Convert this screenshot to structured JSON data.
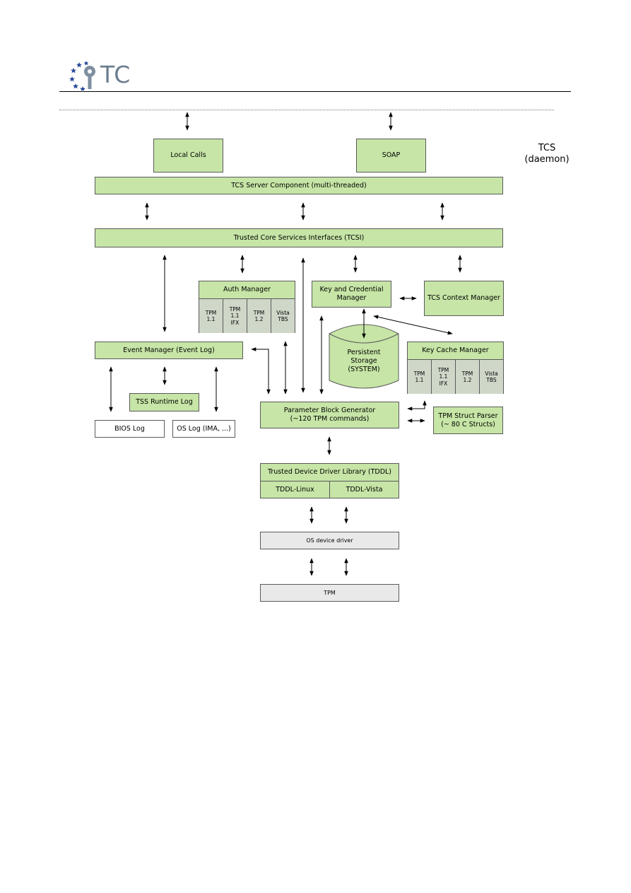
{
  "header": {
    "logo_text": "TC"
  },
  "side_label": {
    "line1": "TCS",
    "line2": "(daemon)"
  },
  "boxes": {
    "local_calls": "Local Calls",
    "soap": "SOAP",
    "server_component": "TCS Server Component (multi-threaded)",
    "tcsi": "Trusted Core Services Interfaces (TCSI)",
    "auth_manager": {
      "title": "Auth Manager",
      "cells": [
        "TPM\n1.1",
        "TPM\n1.1\nIFX",
        "TPM\n1.2",
        "Vista\nTBS"
      ]
    },
    "key_credential": "Key and Credential\nManager",
    "context_manager": "TCS Context Manager",
    "event_manager": "Event Manager (Event Log)",
    "persistent_storage": "Persistent\nStorage\n(SYSTEM)",
    "key_cache_manager": {
      "title": "Key Cache Manager",
      "cells": [
        "TPM\n1.1",
        "TPM\n1.1\nIFX",
        "TPM\n1.2",
        "Vista\nTBS"
      ]
    },
    "tss_runtime_log": "TSS Runtime Log",
    "bios_log": "BIOS Log",
    "os_log": "OS Log (IMA, ...)",
    "param_block": "Parameter Block Generator\n(~120 TPM commands)",
    "struct_parser": "TPM Struct Parser\n(~ 80 C Structs)",
    "tddl": {
      "title": "Trusted Device Driver Library (TDDL)",
      "linux": "TDDL-Linux",
      "vista": "TDDL-Vista"
    },
    "os_driver": "OS device driver",
    "tpm": "TPM"
  }
}
